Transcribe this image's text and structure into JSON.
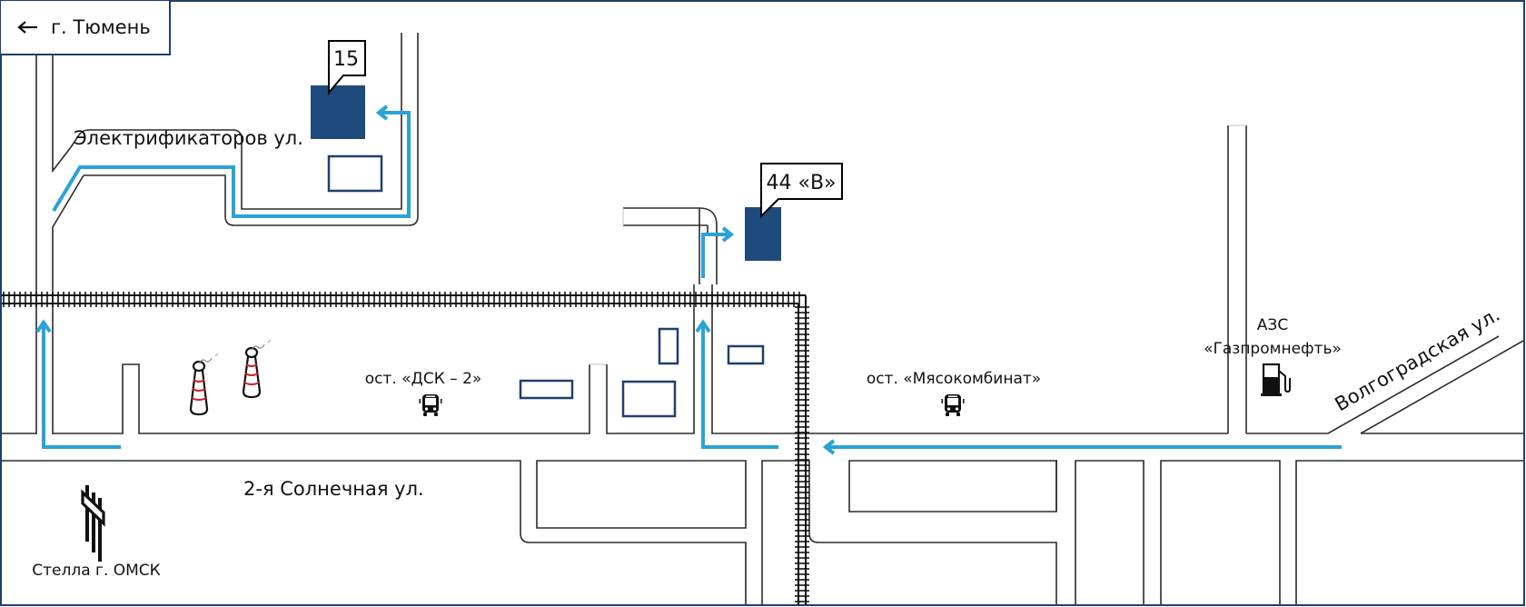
{
  "map": {
    "direction_sign": {
      "arrow_icon": "left-arrow-icon",
      "label": "г. Тюмень"
    },
    "streets": {
      "elektrifikatorov": "Электрификаторов ул.",
      "solnechnaya": "2-я Солнечная ул.",
      "volgogradskaya": "Волгоградская ул."
    },
    "buildings": [
      {
        "callout": "15",
        "highlighted": true
      },
      {
        "callout": "44 «В»",
        "highlighted": true
      }
    ],
    "bus_stops": [
      {
        "label": "ост. «ДСК – 2»",
        "icon": "bus-icon"
      },
      {
        "label": "ост. «Мясокомбинат»",
        "icon": "bus-icon"
      }
    ],
    "gas_station": {
      "line1": "АЗС",
      "line2": "«Газпромнефть»",
      "icon": "fuel-pump-icon"
    },
    "landmark": {
      "label": "Стелла г. ОМСК",
      "icon": "stele-monument-icon"
    },
    "chimneys_icon": "factory-chimney-icon",
    "railway_icon": "railway-track",
    "colors": {
      "route": "#2aa3d6",
      "building_target": "#1f4a7c",
      "building_outline": "#1f3f6e",
      "frame": "#1f3f6e",
      "chimney_stripes": "#d0202a"
    }
  }
}
